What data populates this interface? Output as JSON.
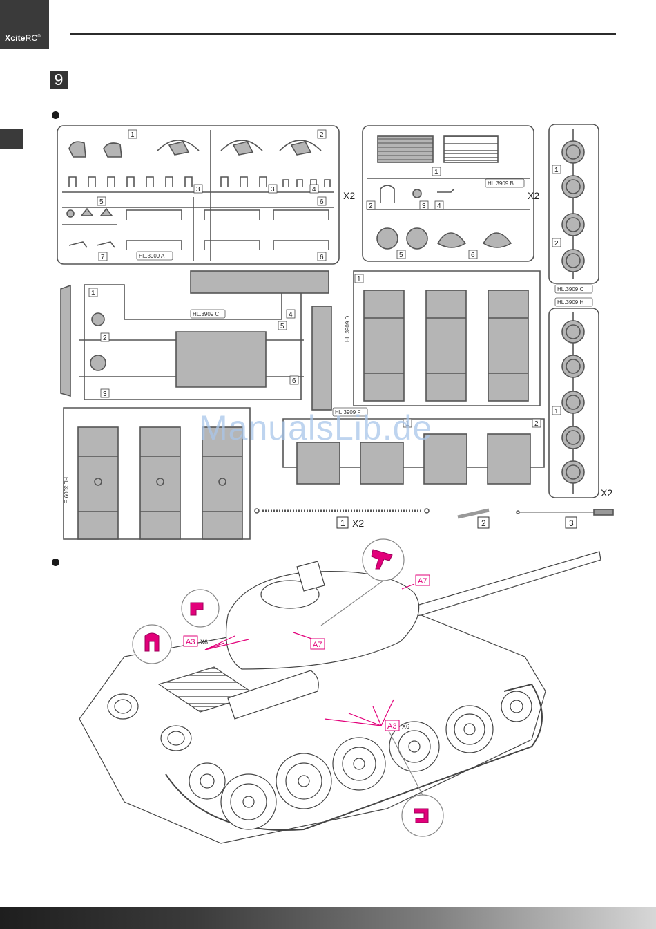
{
  "header": {
    "brand_bold": "Xcite",
    "brand_thin": "RC",
    "brand_mark": "®"
  },
  "step": {
    "number": "9"
  },
  "sprues": {
    "a": {
      "code": "HL.3909 A",
      "multiplier": "X2",
      "parts": [
        "1",
        "2",
        "3",
        "3",
        "4",
        "5",
        "6",
        "6",
        "7"
      ]
    },
    "b": {
      "code": "HL.3909 B",
      "multiplier": "X2",
      "parts": [
        "1",
        "2",
        "3",
        "4",
        "5",
        "6"
      ]
    },
    "c": {
      "code": "HL.3909 C",
      "parts": [
        "1",
        "2"
      ]
    },
    "h": {
      "code": "HL.3909 H",
      "multiplier": "X2",
      "parts": [
        "1"
      ]
    },
    "cc": {
      "code": "HL.3909 C",
      "parts": [
        "1",
        "2",
        "3",
        "4",
        "5",
        "6"
      ]
    },
    "d": {
      "code": "HL.3909 D",
      "parts": [
        "1"
      ]
    },
    "e": {
      "code": "HL.3909 E"
    },
    "f": {
      "code": "HL.3909 F",
      "parts": [
        "1",
        "2"
      ]
    }
  },
  "loose_parts": [
    {
      "num": "1",
      "multiplier": "X2"
    },
    {
      "num": "2"
    },
    {
      "num": "3"
    }
  ],
  "callouts": [
    {
      "ref": "A7"
    },
    {
      "ref": "A7"
    },
    {
      "ref": "A3",
      "qty": "X6"
    },
    {
      "ref": "A3",
      "qty": "X6"
    }
  ],
  "watermark": "ManualsLib.de",
  "colors": {
    "accent": "#e2007a",
    "dark": "#333333",
    "part_gray": "#b5b5b5"
  }
}
